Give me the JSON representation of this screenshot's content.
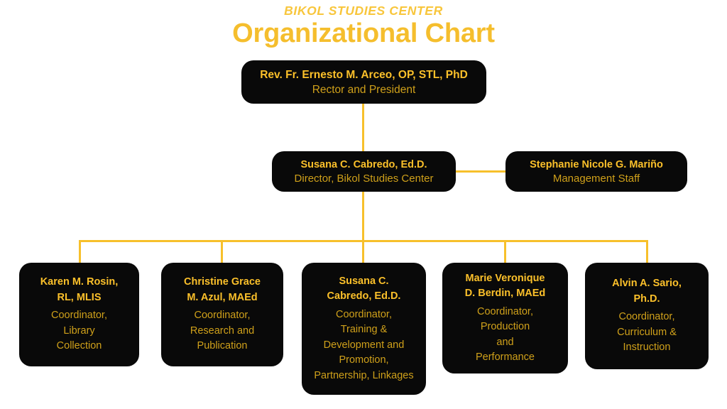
{
  "header": {
    "eyebrow": "BIKOL STUDIES CENTER",
    "title": "Organizational Chart"
  },
  "colors": {
    "background": "#ffffff",
    "node_fill": "#090909",
    "name_text": "#FBC02A",
    "role_text": "#CFA01A",
    "connector": "#F7C02B",
    "title": "#F5BE2D",
    "eyebrow": "#F8C63C"
  },
  "chart_data": {
    "type": "diagram",
    "title": "Organizational Chart",
    "subtitle": "BIKOL STUDIES CENTER",
    "levels": [
      {
        "level": 1,
        "nodes": [
          {
            "id": "rector",
            "name": "Rev. Fr. Ernesto M. Arceo, OP, STL, PhD",
            "role": "Rector and President"
          }
        ]
      },
      {
        "level": 2,
        "nodes": [
          {
            "id": "director",
            "name": "Susana C. Cabredo, Ed.D.",
            "role": "Director, Bikol Studies Center"
          },
          {
            "id": "mgmt",
            "name": "Stephanie Nicole G. Mariño",
            "role": "Management Staff"
          }
        ]
      },
      {
        "level": 3,
        "nodes": [
          {
            "id": "c1",
            "name": "Karen M. Rosin,\nRL, MLIS",
            "role": "Coordinator,\nLibrary\nCollection"
          },
          {
            "id": "c2",
            "name": "Christine Grace\nM. Azul, MAEd",
            "role": "Coordinator,\nResearch and\nPublication"
          },
          {
            "id": "c3",
            "name": "Susana C.\nCabredo, Ed.D.",
            "role": "Coordinator,\nTraining &\nDevelopment and\nPromotion,\nPartnership, Linkages"
          },
          {
            "id": "c4",
            "name": "Marie Veronique\nD. Berdin, MAEd",
            "role": "Coordinator,\nProduction\nand\nPerformance"
          },
          {
            "id": "c5",
            "name": "Alvin A. Sario,\nPh.D.",
            "role": "Coordinator,\nCurriculum &\nInstruction"
          }
        ]
      }
    ],
    "edges": [
      {
        "from": "rector",
        "to": "director"
      },
      {
        "from": "director",
        "to": "mgmt"
      },
      {
        "from": "director",
        "to": "c1"
      },
      {
        "from": "director",
        "to": "c2"
      },
      {
        "from": "director",
        "to": "c3"
      },
      {
        "from": "director",
        "to": "c4"
      },
      {
        "from": "director",
        "to": "c5"
      }
    ]
  }
}
